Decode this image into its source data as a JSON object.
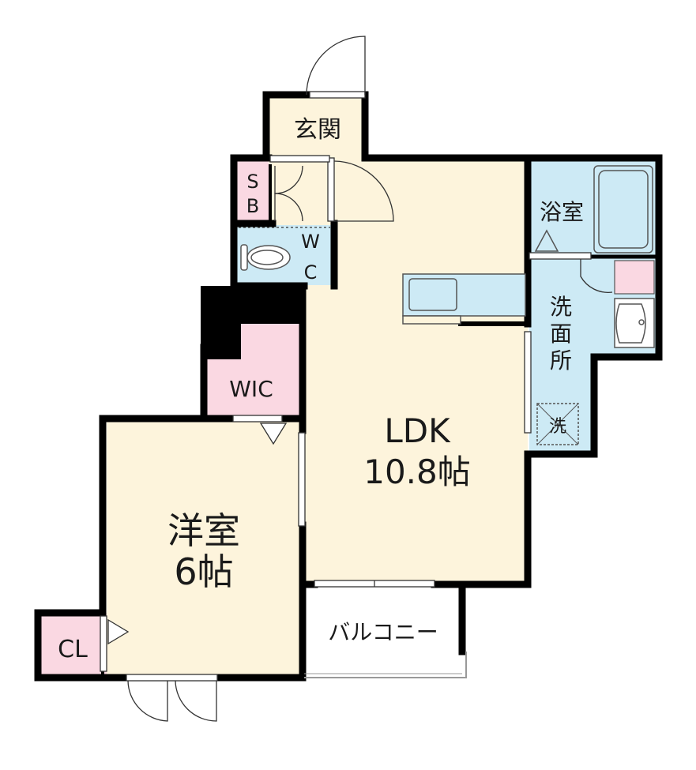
{
  "floorplan": {
    "colors": {
      "wall": "#000000",
      "living": "#fdf4dc",
      "water": "#cdeaf5",
      "storage": "#fad8e2",
      "fixture_stroke": "#555555"
    },
    "rooms": {
      "genkan": {
        "label": "玄関"
      },
      "sb": {
        "label_line1": "S",
        "label_line2": "B"
      },
      "wc": {
        "label_line1": "W",
        "label_line2": "C"
      },
      "bath": {
        "label": "浴室"
      },
      "senmenjo": {
        "label_line1": "洗",
        "label_line2": "面",
        "label_line3": "所"
      },
      "laundry": {
        "label": "洗"
      },
      "ldk": {
        "label_line1": "LDK",
        "label_line2": "10.8帖"
      },
      "wic": {
        "label": "WIC"
      },
      "youshitsu": {
        "label_line1": "洋室",
        "label_line2": "6帖"
      },
      "cl": {
        "label": "CL"
      },
      "balcony": {
        "label": "バルコニー"
      }
    }
  }
}
